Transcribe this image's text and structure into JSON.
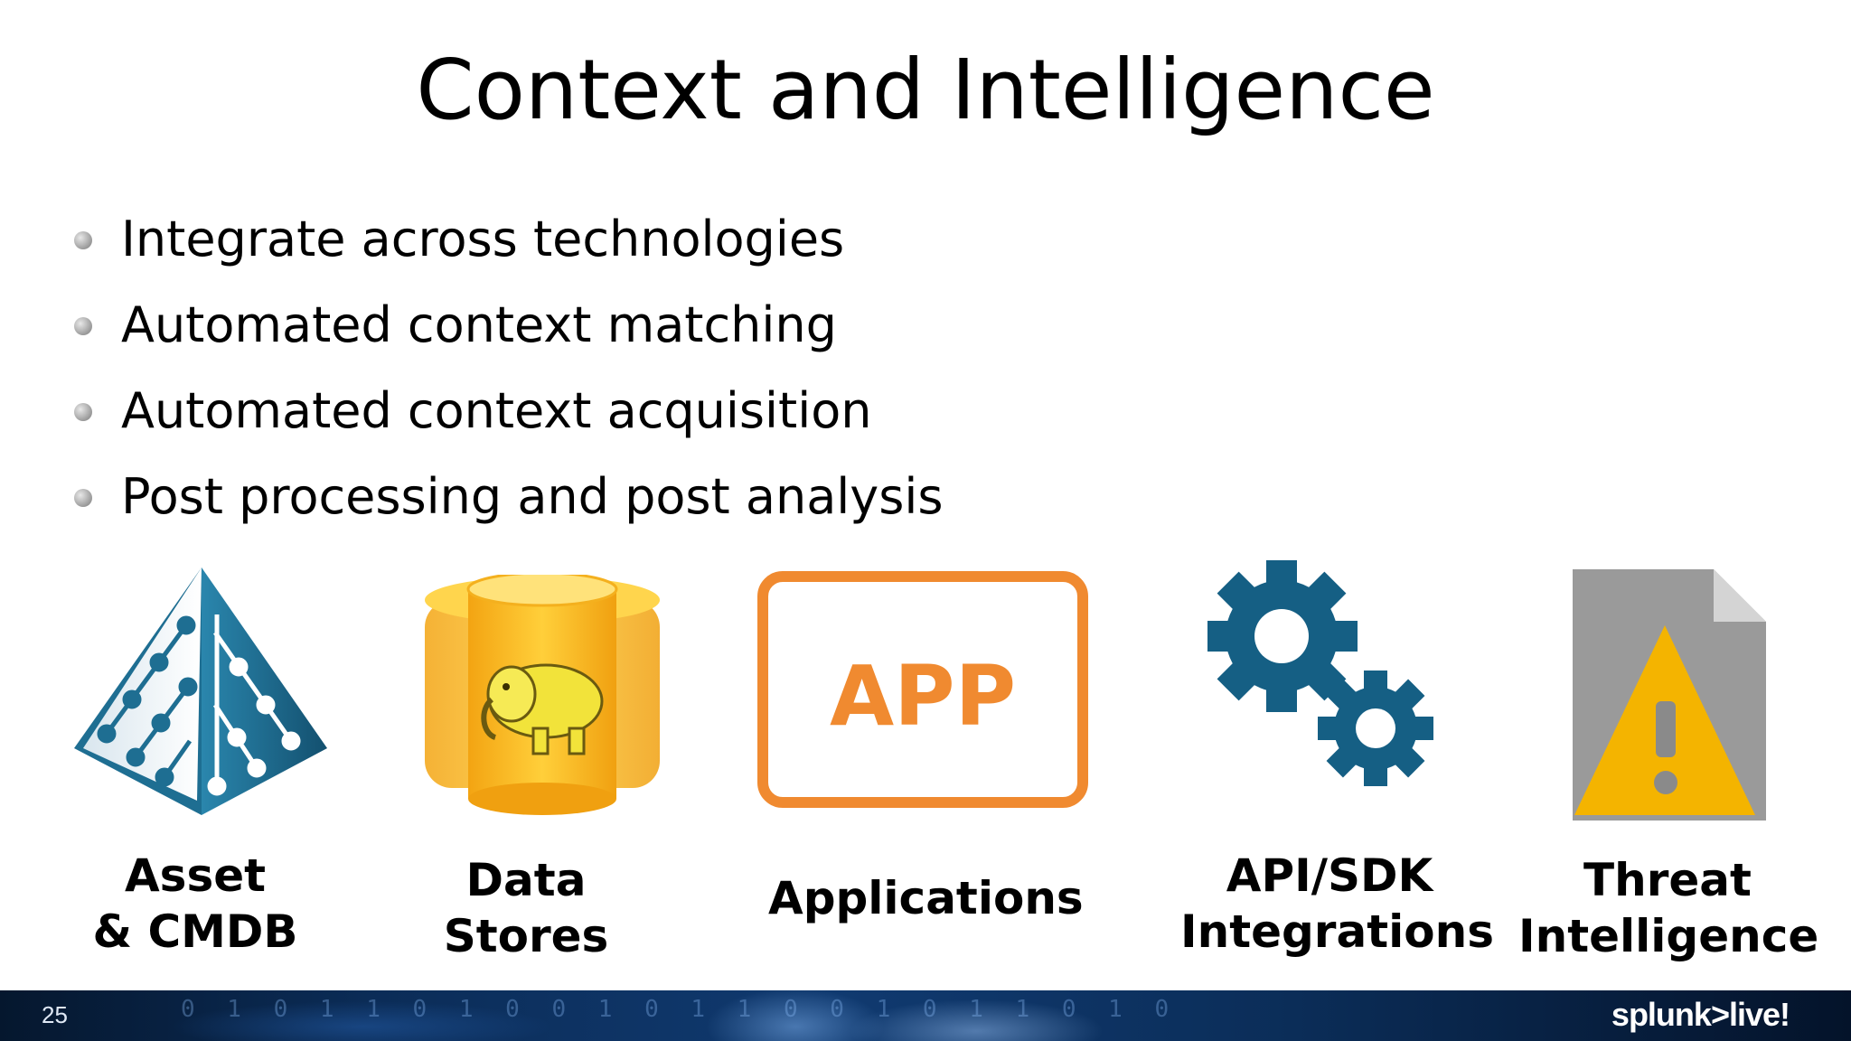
{
  "slide": {
    "title": "Context and Intelligence",
    "page_number": "25",
    "brand": "splunk>live!"
  },
  "bullets": [
    "Integrate across technologies",
    "Automated context matching",
    "Automated context acquisition",
    "Post processing and post analysis"
  ],
  "categories": [
    {
      "line1": "Asset",
      "line2": "& CMDB",
      "icon": "pyramid-icon",
      "color": "#1e6e92"
    },
    {
      "line1": "Data",
      "line2": "Stores",
      "icon": "hadoop-database-icon",
      "color": "#f5b41e"
    },
    {
      "line1": "Applications",
      "line2": "",
      "icon": "app-icon",
      "color": "#f08a30",
      "badge": "APP"
    },
    {
      "line1": "API/SDK",
      "line2": "Integrations",
      "icon": "gears-icon",
      "color": "#155f84"
    },
    {
      "line1": "Threat",
      "line2": "Intelligence",
      "icon": "warning-document-icon",
      "color": "#f4b400"
    }
  ],
  "footer_digits": "0 1 0 1 1 0 1 0 0 1 0 1 1 0 0 1 0 1 1 0 1 0"
}
